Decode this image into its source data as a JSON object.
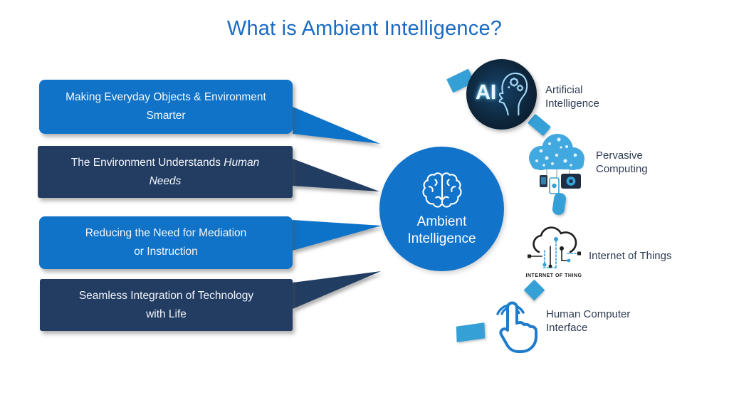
{
  "title": "What is Ambient Intelligence?",
  "colors": {
    "title_blue": "#1a6bc4",
    "banner_bright_blue": "#1073c8",
    "banner_dark_navy": "#223c62",
    "hub_blue": "#1173c9",
    "arc_dash_cyan": "#35a0d6",
    "label_text": "#2e3b52",
    "ai_badge_bg": "#0d2337"
  },
  "banners": {
    "b1": {
      "line1": "Making Everyday Objects & Environment",
      "line2": "Smarter"
    },
    "b2": {
      "line1_plain": "The Environment Understands",
      "line1_italic": "Human",
      "line2_italic": "Needs"
    },
    "b3": {
      "line1": "Reducing the Need for Mediation",
      "line2": "or Instruction"
    },
    "b4": {
      "line1": "Seamless Integration of Technology",
      "line2": "with Life"
    }
  },
  "center": {
    "line1": "Ambient",
    "line2": "Intelligence"
  },
  "right_items": {
    "ai": {
      "badge_text": "AI",
      "label_line1": "Artificial",
      "label_line2": "Intelligence"
    },
    "pervasive": {
      "label_line1": "Pervasive",
      "label_line2": "Computing"
    },
    "iot": {
      "label": "Internet of Things",
      "caption": "INTERNET OF THING"
    },
    "hci": {
      "label_line1": "Human Computer",
      "label_line2": "Interface"
    }
  }
}
